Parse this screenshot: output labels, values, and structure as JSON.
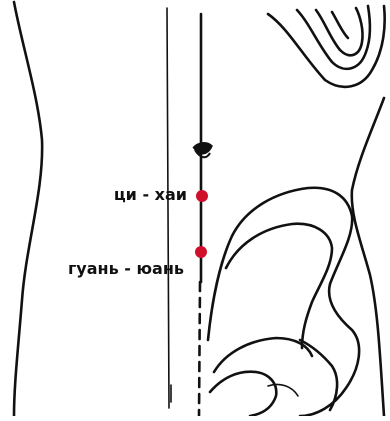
{
  "points": [
    {
      "id": "qihai",
      "label": "ци - хаи"
    },
    {
      "id": "guanyuan",
      "label": "гуань - юань"
    }
  ],
  "colors": {
    "acupoint": "#d0102a",
    "line": "#111111",
    "background": "#ffffff"
  },
  "icons": {
    "navel": "navel-mark-icon"
  }
}
